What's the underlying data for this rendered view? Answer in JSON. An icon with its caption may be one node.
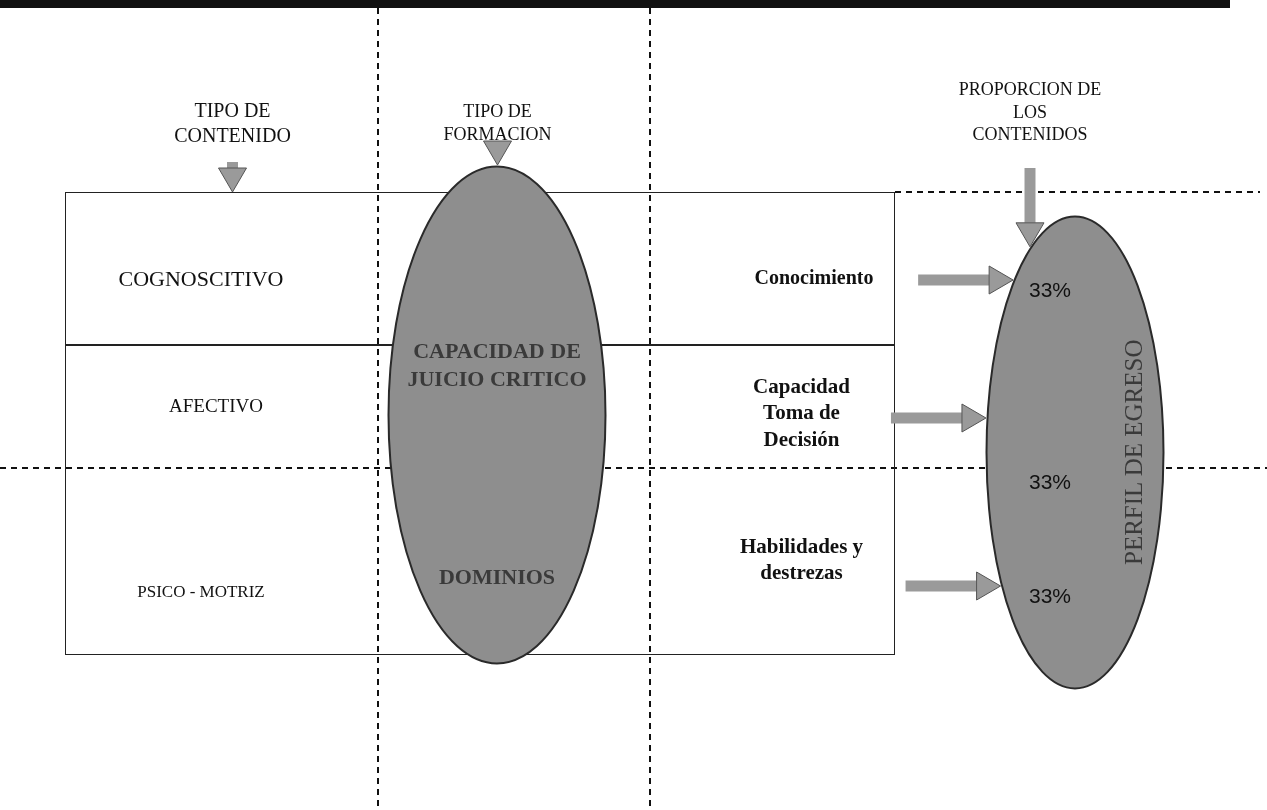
{
  "diagram": {
    "nodes": [
      {
        "text": [
          "TIPO DE CONTENIDO"
        ]
      },
      {
        "text": [
          "TIPO DE FORMACION"
        ]
      },
      {
        "text": [
          "PROPORCION DE LOS CONTENIDOS"
        ]
      },
      {
        "text": [
          "COGNOSCITIVO"
        ]
      },
      {
        "text": [
          "Conocimiento"
        ],
        "in": 3
      },
      {
        "text": [
          "AFECTIVO",
          "PSICO - MOTRIZ"
        ]
      },
      {
        "text": [
          "Capacidad Toma de Decisión"
        ],
        "in": 5
      },
      {
        "text": [
          "Habilidades y destrezas"
        ],
        "in": 5
      },
      {
        "text": [
          "CAPACIDAD DE JUICIO CRITICO",
          "DOMINIOS"
        ]
      },
      {
        "text": [
          "33%",
          "33%",
          "33%",
          "PERFIL DE EGRESO"
        ]
      }
    ],
    "edges": [
      {
        "from": 0,
        "to": 3,
        "arrow": "to"
      },
      {
        "from": 1,
        "to": 8,
        "arrow": "to"
      },
      {
        "from": 2,
        "to": 9,
        "arrow": "to"
      },
      {
        "from": 4,
        "to": 9,
        "arrow": "to"
      },
      {
        "from": 6,
        "to": 9,
        "arrow": "to"
      },
      {
        "from": 7,
        "to": 9,
        "arrow": "to"
      }
    ]
  }
}
